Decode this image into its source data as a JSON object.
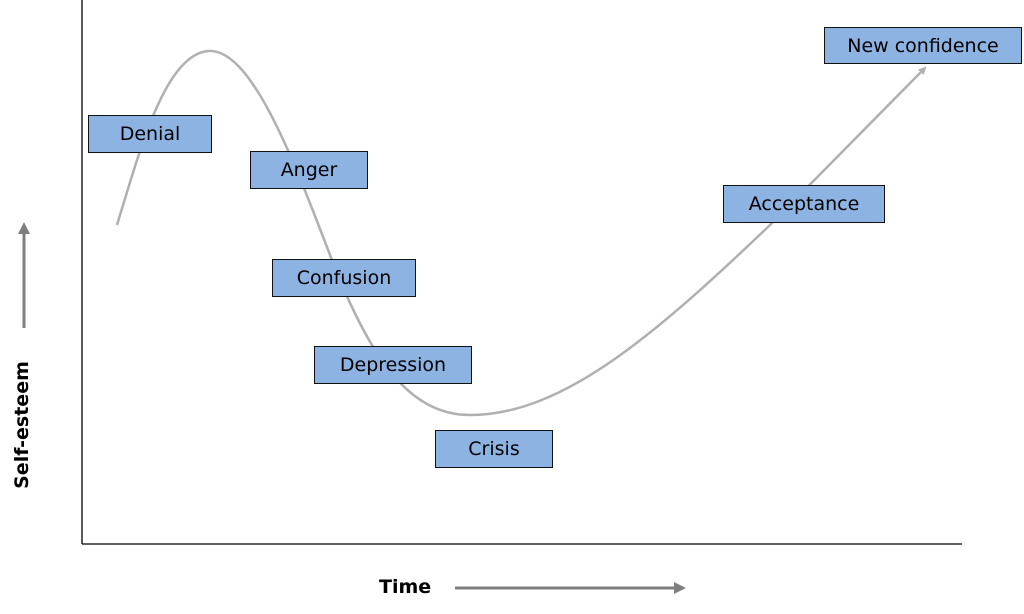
{
  "axes": {
    "y_label": "Self-esteem",
    "x_label": "Time"
  },
  "colors": {
    "box_fill": "#8db3e2",
    "curve": "#b0b0b0",
    "axis_arrows": "#7f7f7f"
  },
  "stages": [
    {
      "label": "Denial"
    },
    {
      "label": "Anger"
    },
    {
      "label": "Confusion"
    },
    {
      "label": "Depression"
    },
    {
      "label": "Crisis"
    },
    {
      "label": "Acceptance"
    },
    {
      "label": "New confidence"
    }
  ]
}
